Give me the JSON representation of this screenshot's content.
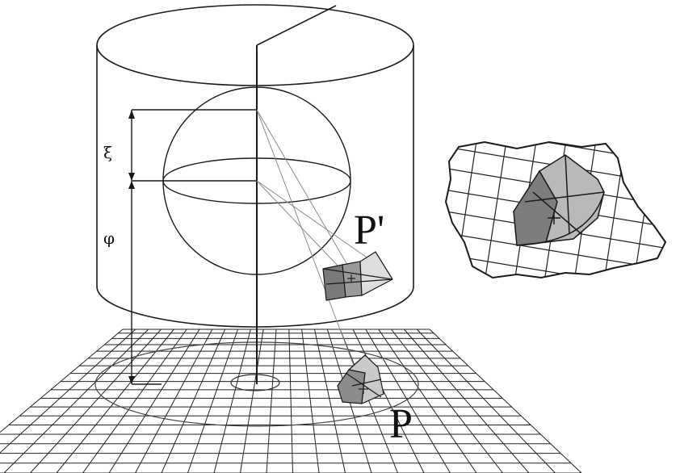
{
  "labels": {
    "xi": "ξ",
    "phi": "φ",
    "p_prime": "P'",
    "p": "P"
  },
  "colors": {
    "line": "#1a1a1a",
    "grid": "#222222",
    "patch_dark": "#7a7a7a",
    "patch_light": "#bdbdbd",
    "thin_ray": "#8a8a8a"
  }
}
